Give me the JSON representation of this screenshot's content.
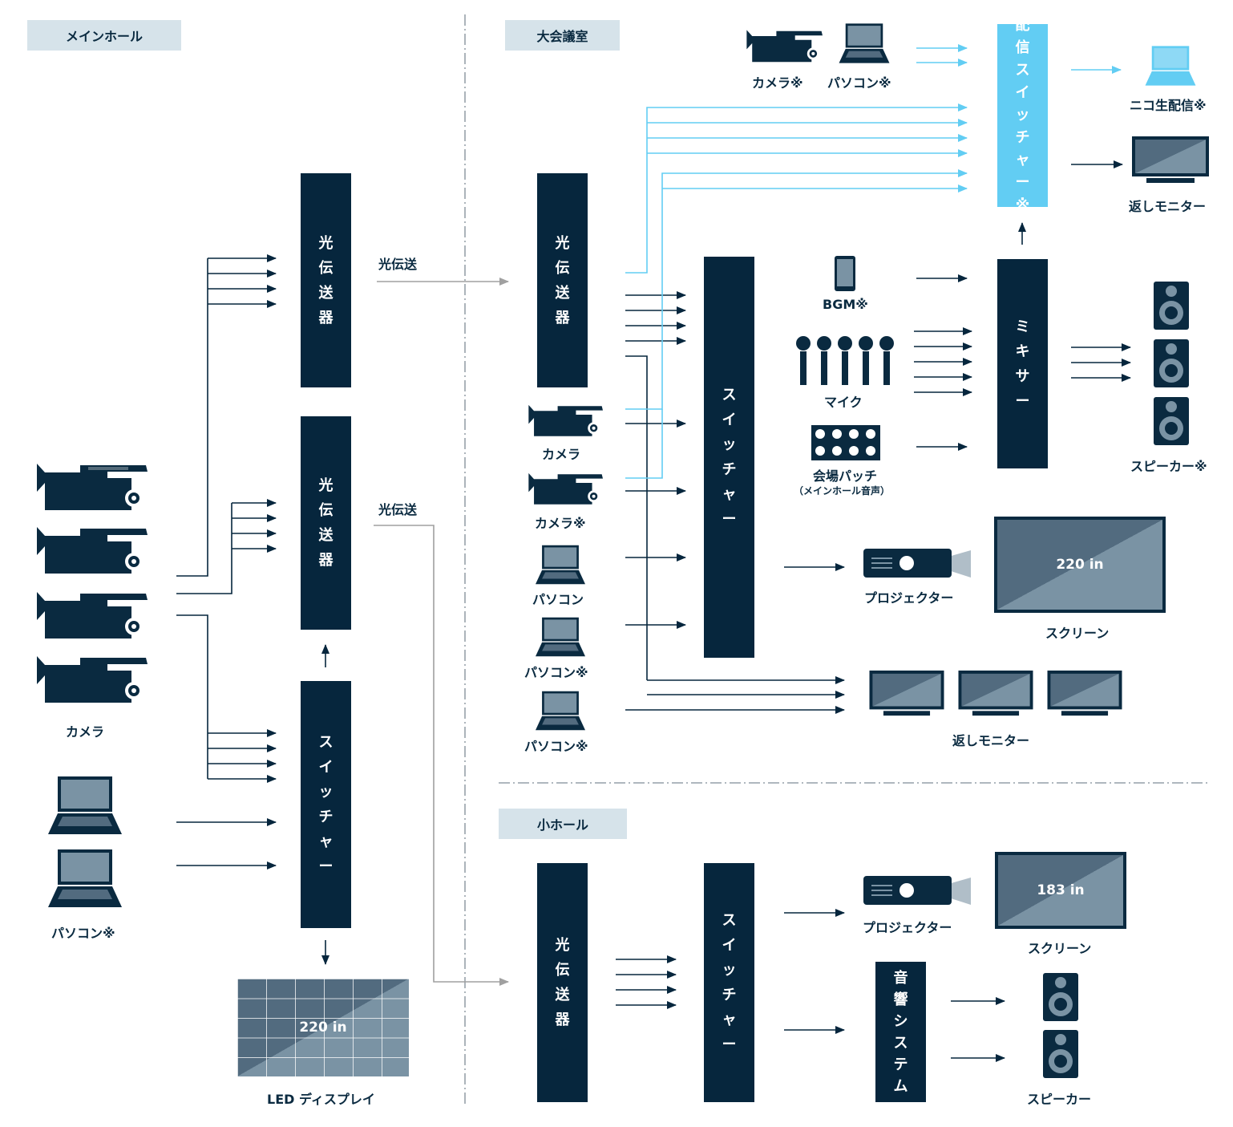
{
  "sections": {
    "main_hall": "メインホール",
    "large_room": "大会議室",
    "small_hall": "小ホール"
  },
  "main_hall": {
    "camera_label": "カメラ",
    "pc_label": "パソコン※",
    "optical_1": "光伝送器",
    "optical_2": "光伝送器",
    "switcher": "スイッチャー",
    "link_label_1": "光伝送",
    "link_label_2": "光伝送",
    "led_size": "220 in",
    "led_label": "LED ディスプレイ"
  },
  "large_room": {
    "optical": "光伝送器",
    "switcher": "スイッチャー",
    "mixer": "ミキサー",
    "stream_switcher": "配信スイッチャー※",
    "camera_1": "カメラ",
    "camera_2": "カメラ※",
    "pc_1": "パソコン",
    "pc_2": "パソコン※",
    "pc_3": "パソコン※",
    "top_camera": "カメラ※",
    "top_pc": "パソコン※",
    "nico": "ニコ生配信※",
    "return_monitor_top": "返しモニター",
    "bgm": "BGM※",
    "mic": "マイク",
    "patch": "会場パッチ",
    "patch_sub": "（メインホール音声）",
    "speaker": "スピーカー※",
    "projector": "プロジェクター",
    "screen_size": "220 in",
    "screen": "スクリーン",
    "return_monitor_bottom": "返しモニター"
  },
  "small_hall": {
    "optical": "光伝送器",
    "switcher": "スイッチャー",
    "audio": "音響システム",
    "projector": "プロジェクター",
    "screen_size": "183 in",
    "screen": "スクリーン",
    "speaker": "スピーカー"
  },
  "colors": {
    "navy": "#06263d",
    "blue": "#62cdf3",
    "gray": "#a0a0a0",
    "section_bg": "#d6e3ea"
  }
}
